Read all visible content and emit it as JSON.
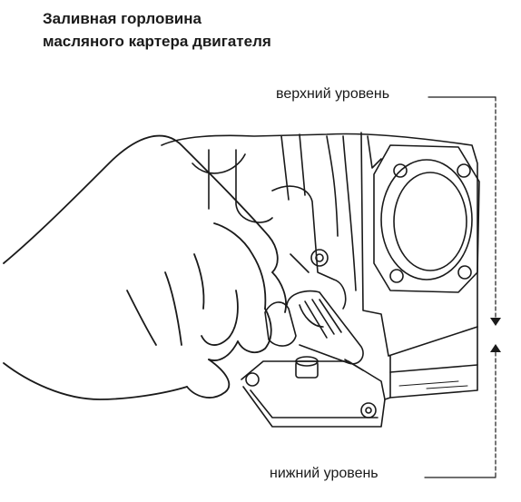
{
  "title": {
    "line1": "Заливная горловина",
    "line2": "масляного картера двигателя"
  },
  "labels": {
    "upper_level": "верхний уровень",
    "lower_level": "нижний уровень"
  },
  "colors": {
    "line": "#1a1a1a",
    "background": "#ffffff"
  }
}
